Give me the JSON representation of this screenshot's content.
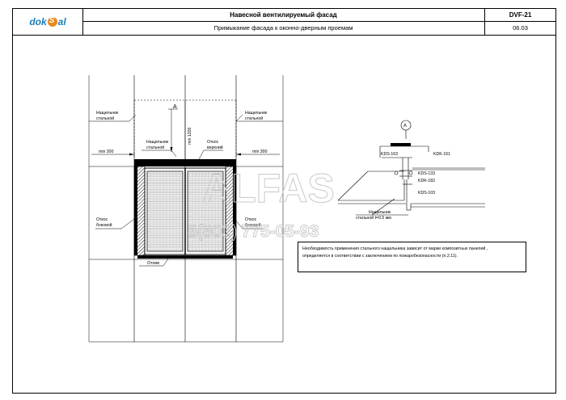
{
  "header": {
    "logo_left": "dok",
    "logo_right": "al",
    "title": "Навесной вентилируемый фасад",
    "subtitle": "Примыкание фасада к оконно-дверным проемам",
    "code": "DVF-21",
    "page": "06.03"
  },
  "elevation": {
    "label_a": "A",
    "dim_vertical": "min 1200",
    "dim_left": "min 300",
    "dim_right": "min 300",
    "flashing_left_1": "Нащельник",
    "flashing_left_2": "стальной",
    "flashing_right_1": "Нащельник",
    "flashing_right_2": "стальной",
    "flashing_top_1": "Нащельник",
    "flashing_top_2": "стальной",
    "slope_top_1": "Откос",
    "slope_top_2": "верхний",
    "slope_left_1": "Откос",
    "slope_left_2": "боковой",
    "slope_right_1": "Откос",
    "slope_right_2": "боковой",
    "sill": "Отлив"
  },
  "section": {
    "label_a": "A",
    "kds163": "KDS-163",
    "kdk161": "KDK-161",
    "kds133": "KDS-133",
    "kdk182": "KDK-182",
    "kds103": "KDS-103",
    "flashing_1": "Нащельник",
    "flashing_2": "стальной t=0.5 мм"
  },
  "note": {
    "line1": "Необходимость применения стального нащельника зависит от марки композитных панелей ,",
    "line2": "определяется в соответствии с заключением по пожаробезопасности  (п.2.11)."
  },
  "watermark": {
    "brand": "ALFAS",
    "phone": "8(800) 775-05-93"
  },
  "colors": {
    "logo_blue": "#1d7fb8",
    "logo_orange": "#e98a1d",
    "watermark": "#c9c9c9"
  }
}
